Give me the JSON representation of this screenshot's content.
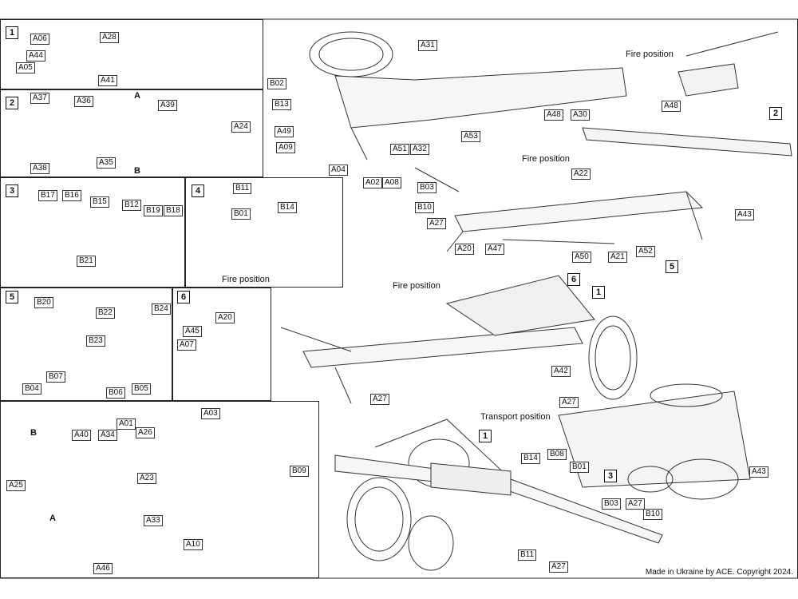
{
  "panels": {
    "p1": "1",
    "p2": "2",
    "p3": "3",
    "p4": "4",
    "p5": "5",
    "p6": "6"
  },
  "labels": {
    "p1": [
      "A06",
      "A28",
      "A44",
      "A05",
      "A41"
    ],
    "p2": [
      "A37",
      "A36",
      "A39",
      "A24",
      "A38",
      "A35"
    ],
    "p2_arrows": [
      "A",
      "B"
    ],
    "p3": [
      "B17",
      "B16",
      "B15",
      "B12",
      "B19",
      "B18",
      "B21"
    ],
    "p4": [
      "B11",
      "B01",
      "B14"
    ],
    "p5": [
      "B20",
      "B22",
      "B24",
      "B23",
      "B07",
      "B04",
      "B06",
      "B05"
    ],
    "p6": [
      "A20",
      "A45",
      "A07"
    ],
    "bottom_left": [
      "A03",
      "A01",
      "B",
      "A40",
      "A34",
      "A26",
      "A25",
      "A23",
      "A",
      "A33",
      "A10",
      "A46",
      "B09"
    ],
    "top_right": [
      "A31",
      "B02",
      "B13",
      "A49",
      "A09",
      "A04",
      "A02",
      "A08",
      "A51",
      "A32",
      "A53",
      "A48",
      "A30",
      "A48"
    ],
    "mid_right": [
      "2",
      "A22",
      "B03",
      "B10",
      "A27",
      "A20",
      "A47",
      "A50",
      "A21",
      "A52",
      "A43",
      "5"
    ],
    "fire3": [
      "6",
      "1",
      "A42",
      "A27"
    ],
    "transport": [
      "A27",
      "1",
      "B14",
      "B08",
      "B01",
      "B03",
      "A27",
      "B10",
      "B11",
      "A27",
      "3",
      "A43"
    ]
  },
  "captions": {
    "p4_fire": "Fire position",
    "fire1": "Fire position",
    "fire2": "Fire position",
    "fire3": "Fire position",
    "transport": "Transport position"
  },
  "footer": "Made in Ukraine by ACE. Copyright 2024."
}
